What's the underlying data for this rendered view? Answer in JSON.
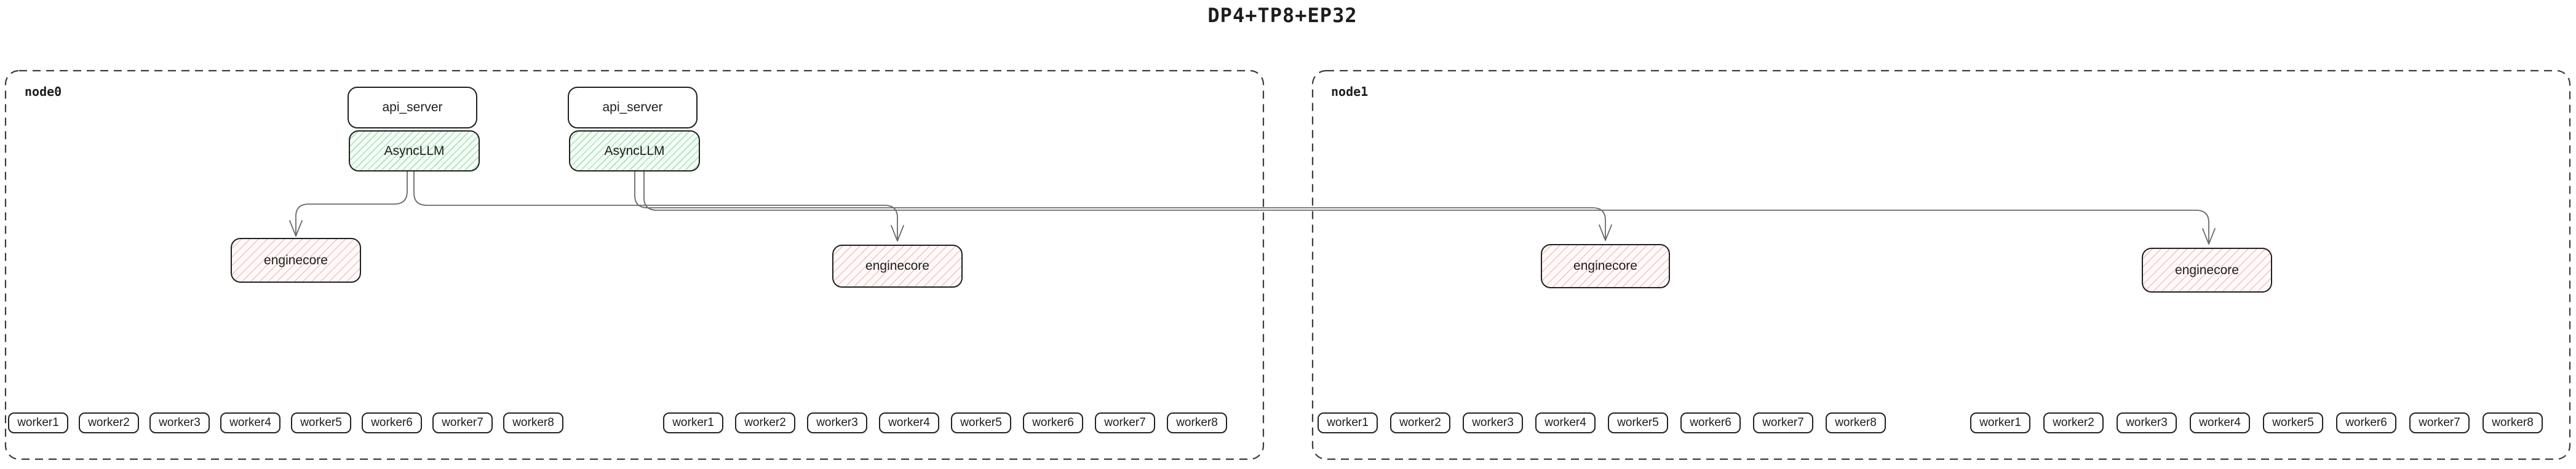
{
  "title": "DP4+TP8+EP32",
  "colors": {
    "box_border": "#1f1f1f",
    "dashed_node_border": "#3c3c3c",
    "connector_line": "#6a6a6a",
    "asyncllm_hatch_green": "#69cd87",
    "enginecore_hatch_red": "#e47d73",
    "background": "#ffffff"
  },
  "nodes": [
    {
      "label": "node0",
      "stacks": [
        {
          "api": "api_server",
          "llm": "AsyncLLM"
        },
        {
          "api": "api_server",
          "llm": "AsyncLLM"
        }
      ],
      "enginecores": [
        {
          "label": "enginecore"
        },
        {
          "label": "enginecore"
        }
      ],
      "worker_groups": [
        [
          "worker1",
          "worker2",
          "worker3",
          "worker4",
          "worker5",
          "worker6",
          "worker7",
          "worker8"
        ],
        [
          "worker1",
          "worker2",
          "worker3",
          "worker4",
          "worker5",
          "worker6",
          "worker7",
          "worker8"
        ]
      ]
    },
    {
      "label": "node1",
      "stacks": [],
      "enginecores": [
        {
          "label": "enginecore"
        },
        {
          "label": "enginecore"
        }
      ],
      "worker_groups": [
        [
          "worker1",
          "worker2",
          "worker3",
          "worker4",
          "worker5",
          "worker6",
          "worker7",
          "worker8"
        ],
        [
          "worker1",
          "worker2",
          "worker3",
          "worker4",
          "worker5",
          "worker6",
          "worker7",
          "worker8"
        ]
      ]
    }
  ]
}
